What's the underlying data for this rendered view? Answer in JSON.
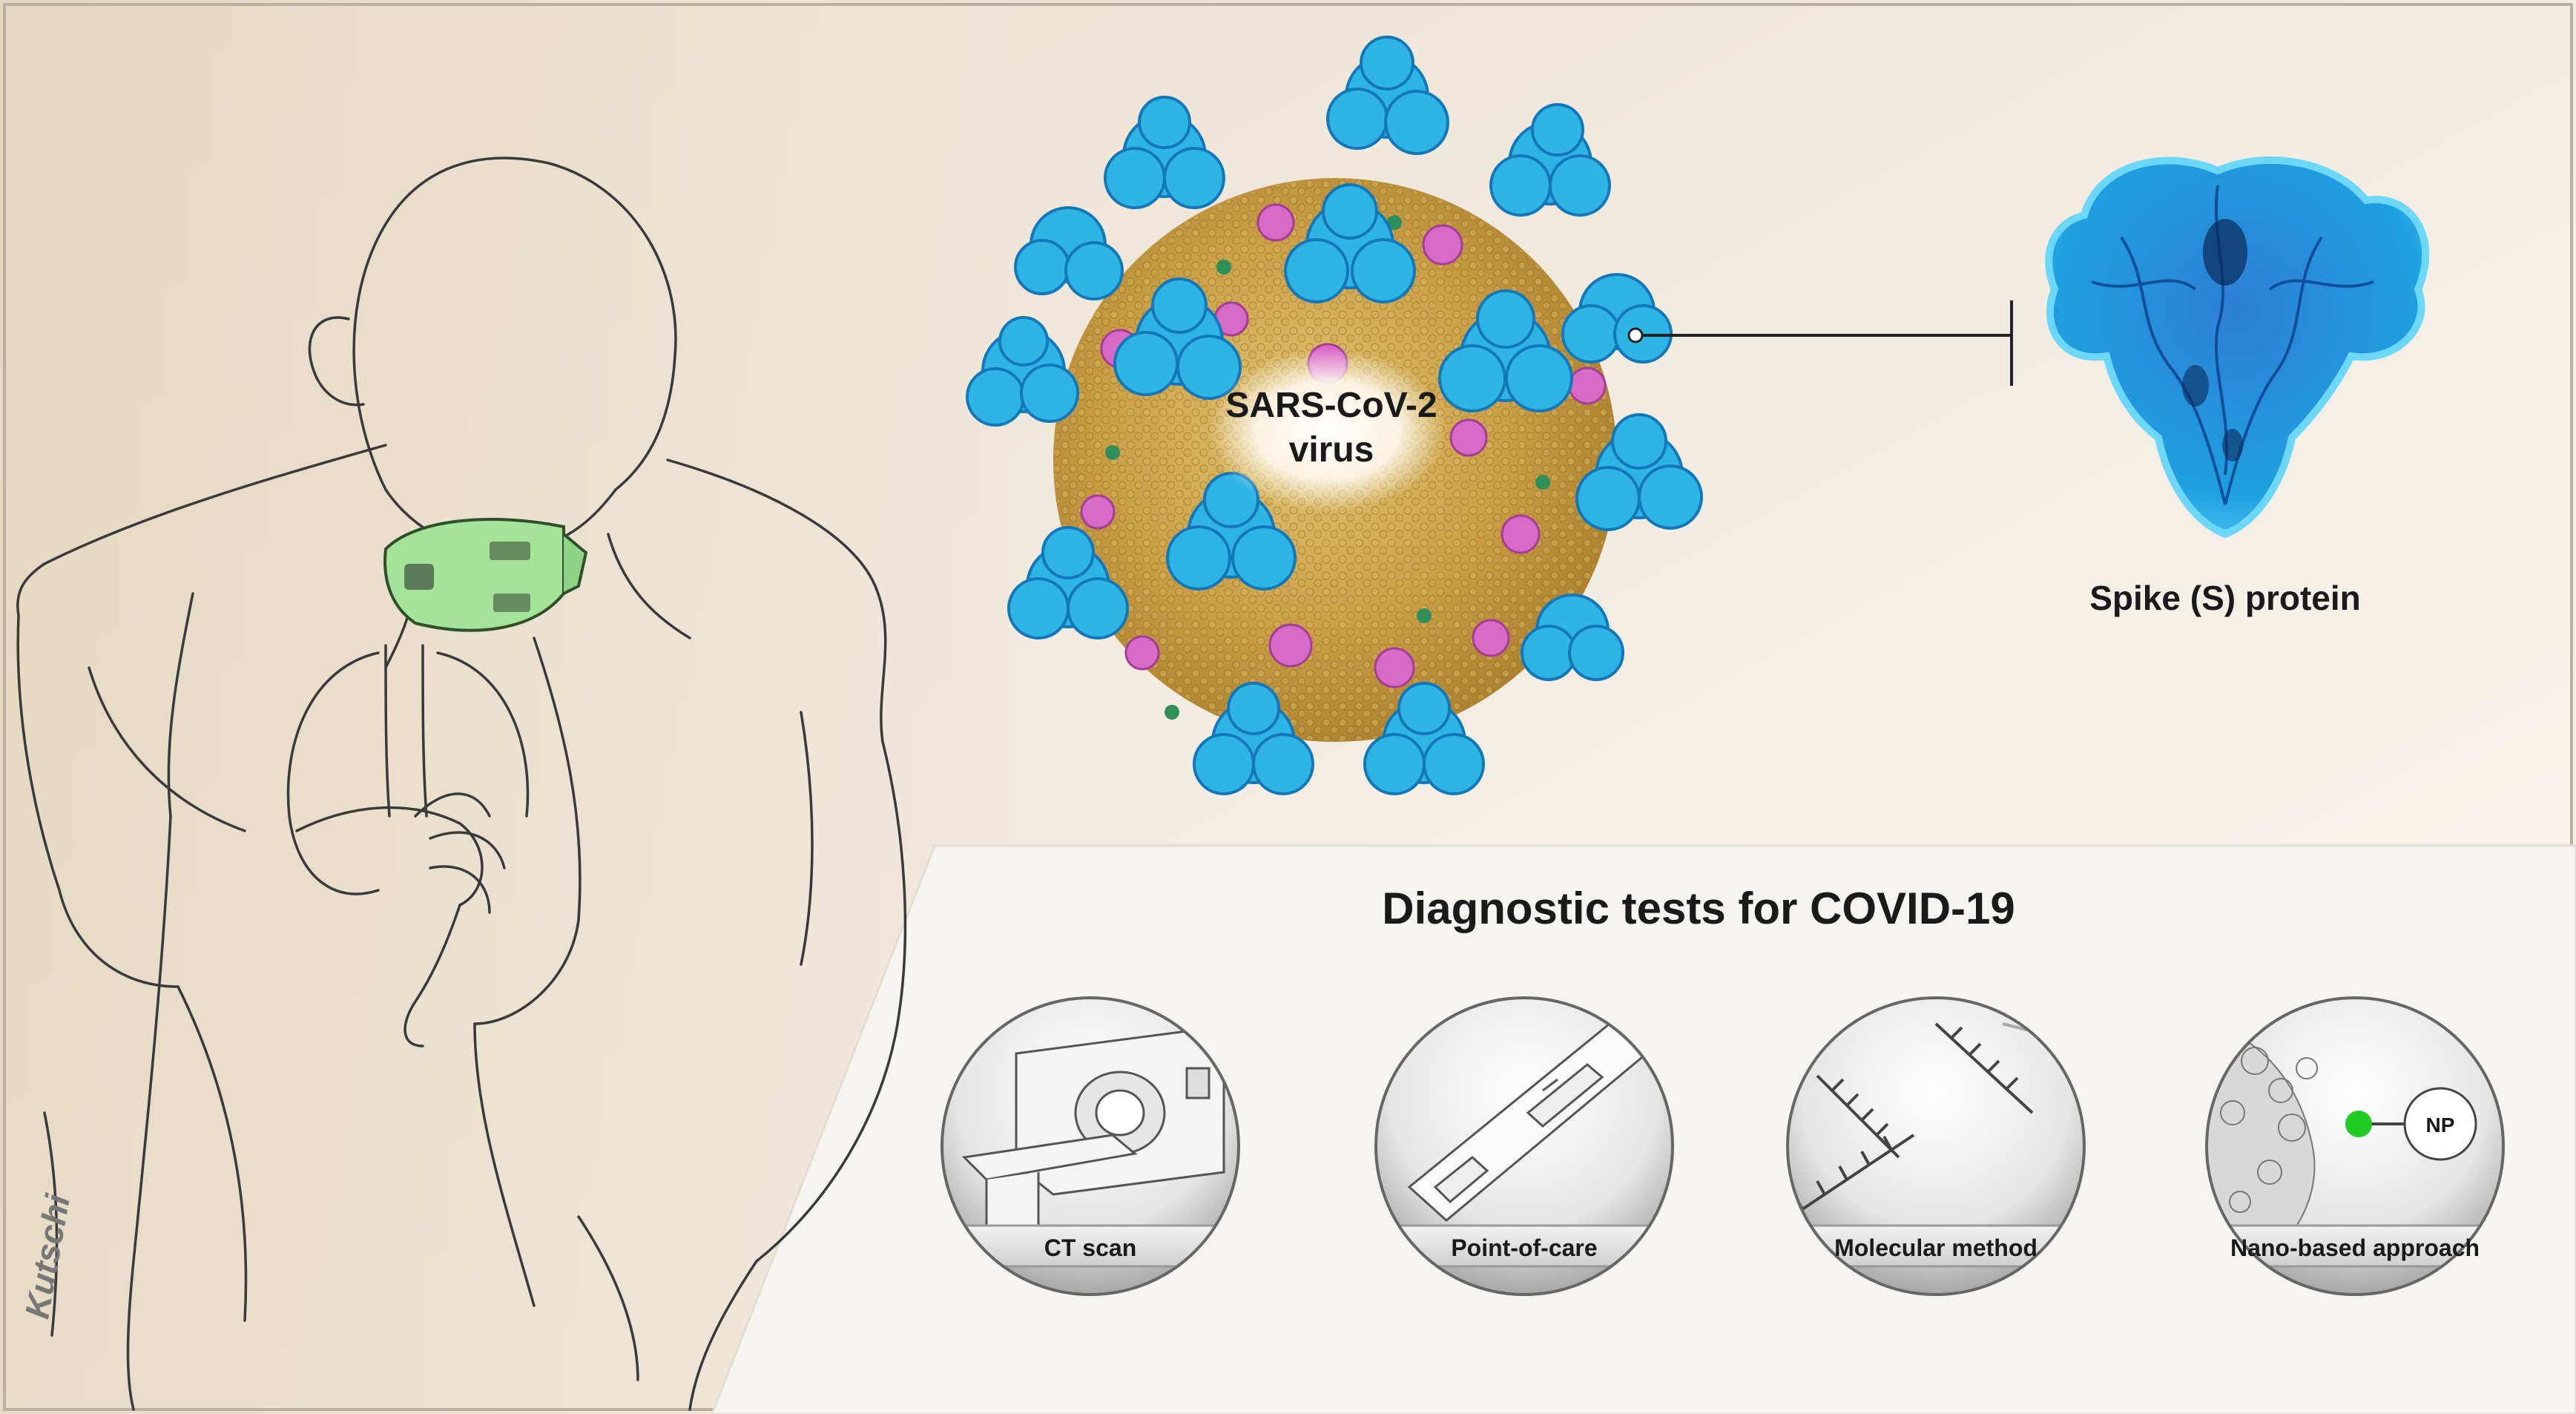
{
  "virus": {
    "label_line1": "SARS-CoV-2",
    "label_line2": "virus"
  },
  "spike": {
    "label": "Spike (S) protein"
  },
  "diagnostics": {
    "title": "Diagnostic tests for COVID-19",
    "tests": [
      {
        "label": "CT scan"
      },
      {
        "label": "Point-of-care"
      },
      {
        "label": "Molecular method"
      },
      {
        "label": "Nano-based approach"
      }
    ],
    "nano_particle_label": "NP"
  },
  "signature": "Kutschi",
  "colors": {
    "background_light": "#f4efe6",
    "background_warm": "#e2d4bb",
    "virus_body": "#c9a04a",
    "spike_cyan": "#2fb4e6",
    "spike_dark": "#0a5fb4",
    "pink_protein": "#d96bc8",
    "mask_green": "#9fe08f",
    "linker_green": "#22cc22"
  }
}
